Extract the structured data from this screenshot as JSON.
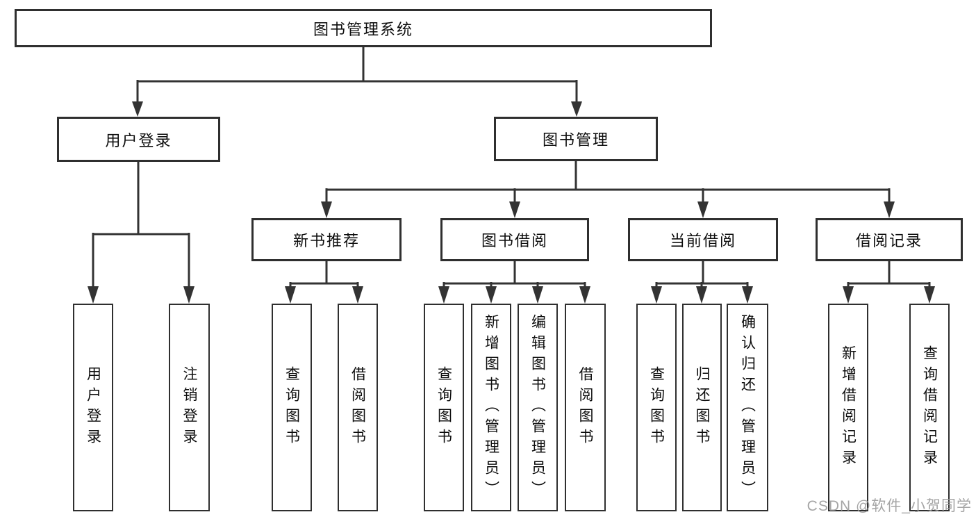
{
  "diagram": {
    "tree": {
      "root": {
        "label": "图书管理系统"
      },
      "branches": [
        {
          "label": "用户登录",
          "children": [
            {
              "label": "用户登录"
            },
            {
              "label": "注销登录"
            }
          ]
        },
        {
          "label": "图书管理",
          "children": [
            {
              "label": "新书推荐",
              "children": [
                {
                  "label": "查询图书"
                },
                {
                  "label": "借阅图书"
                }
              ]
            },
            {
              "label": "图书借阅",
              "children": [
                {
                  "label": "查询图书"
                },
                {
                  "label": "新增图书（管理员）"
                },
                {
                  "label": "编辑图书（管理员）"
                },
                {
                  "label": "借阅图书"
                }
              ]
            },
            {
              "label": "当前借阅",
              "children": [
                {
                  "label": "查询图书"
                },
                {
                  "label": "归还图书"
                },
                {
                  "label": "确认归还（管理员）"
                }
              ]
            },
            {
              "label": "借阅记录",
              "children": [
                {
                  "label": "新增借阅记录"
                },
                {
                  "label": "查询借阅记录"
                }
              ]
            }
          ]
        }
      ]
    },
    "colors": {
      "line": "#333333",
      "box_border": "#2f2f2f",
      "text": "#0d0d0d",
      "background": "#ffffff",
      "watermark": "#9b9b9b"
    }
  },
  "watermark": {
    "text": "CSDN @软件_小贺同学"
  }
}
